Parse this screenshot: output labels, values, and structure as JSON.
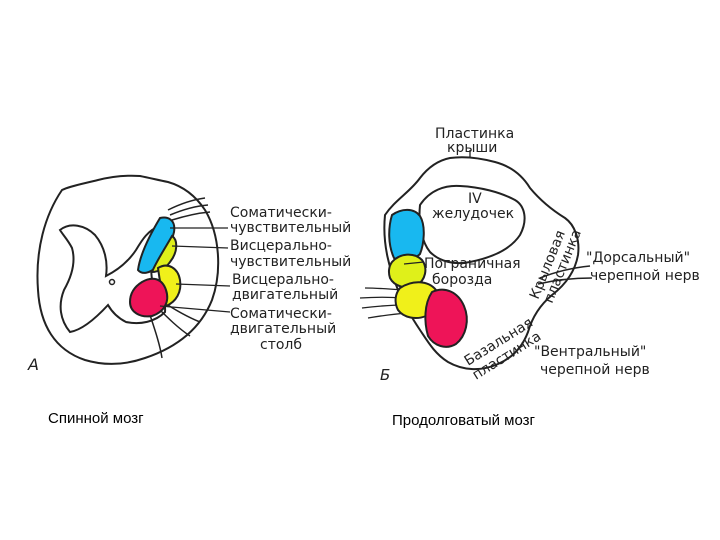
{
  "labels": {
    "somatic_sensory_1": "Соматически-",
    "somatic_sensory_2": "чувствительный",
    "visceral_sensory_1": "Висцерально-",
    "visceral_sensory_2": "чувствительный",
    "visceral_motor_1": "Висцерально-",
    "visceral_motor_2": "двигательный",
    "somatic_motor_1": "Соматически-",
    "somatic_motor_2": "двигательный",
    "somatic_motor_3": "столб",
    "roof_plate_1": "Пластинка",
    "roof_plate_2": "крыши",
    "ventricle_1": "IV",
    "ventricle_2": "желудочек",
    "border_groove_1": "Пограничная",
    "border_groove_2": "борозда",
    "alar_plate_1": "Крыловая",
    "alar_plate_2": "пластинка",
    "dorsal_nerve_1": "\"Дорсальный\"",
    "dorsal_nerve_2": "черепной нерв",
    "basal_plate_1": "Базальная",
    "basal_plate_2": "пластинка",
    "ventral_nerve_1": "\"Вентральный\"",
    "ventral_nerve_2": "черепной нерв",
    "letter_a": "А",
    "letter_b": "Б"
  },
  "captions": {
    "spinal_cord": "Спинной мозг",
    "medulla": "Продолговатый мозг"
  },
  "colors": {
    "somatic_sensory": "#18b8f0",
    "visceral_sensory": "#dff01a",
    "visceral_motor": "#f0f01a",
    "somatic_motor": "#ee1458",
    "outline": "#222222"
  }
}
